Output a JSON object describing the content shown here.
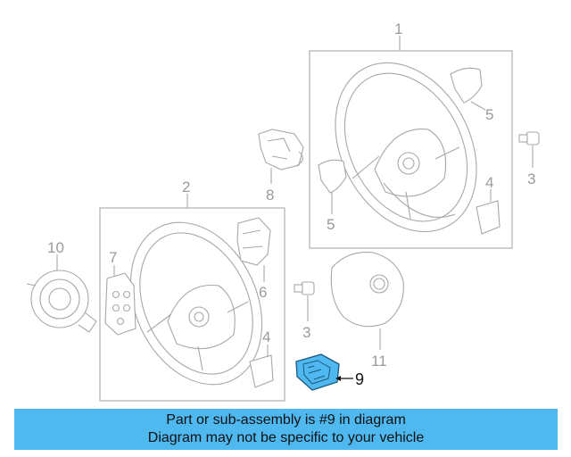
{
  "colors": {
    "banner_bg": "#4fb8ef",
    "highlight_part": "#4fb8ef",
    "line_art": "#a8a8a8",
    "callout_text": "#9a9a9a"
  },
  "callouts": {
    "c1": "1",
    "c2": "2",
    "c3a": "3",
    "c3b": "3",
    "c4a": "4",
    "c4b": "4",
    "c5a": "5",
    "c5b": "5",
    "c6": "6",
    "c7": "7",
    "c8": "8",
    "c9": "9",
    "c10": "10",
    "c11": "11"
  },
  "banner": {
    "line1": "Part or sub-assembly is #9 in diagram",
    "line2": "Diagram may not be specific to your vehicle"
  }
}
